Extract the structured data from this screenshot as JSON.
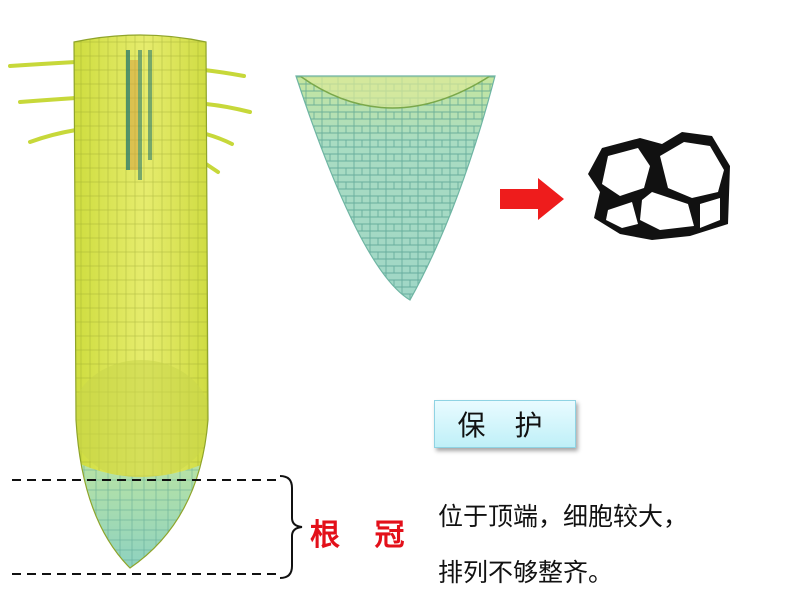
{
  "function_label": "保 护",
  "region_label": "根 冠",
  "description": {
    "line1": "位于顶端，细胞较大，",
    "line2": "排列不够整齐。"
  },
  "icons": {
    "root": "root-tip-micrograph",
    "tip": "root-cap-closeup",
    "arrow": "right-arrow-icon",
    "cells": "cell-outline"
  },
  "colors": {
    "root_yellow": "#d4e24a",
    "root_light": "#e8ee7a",
    "cap_green": "#9fdcc0",
    "arrow_red": "#ee1c1c",
    "label_red": "#e3101a",
    "box_fill": "#c8f2fa"
  }
}
